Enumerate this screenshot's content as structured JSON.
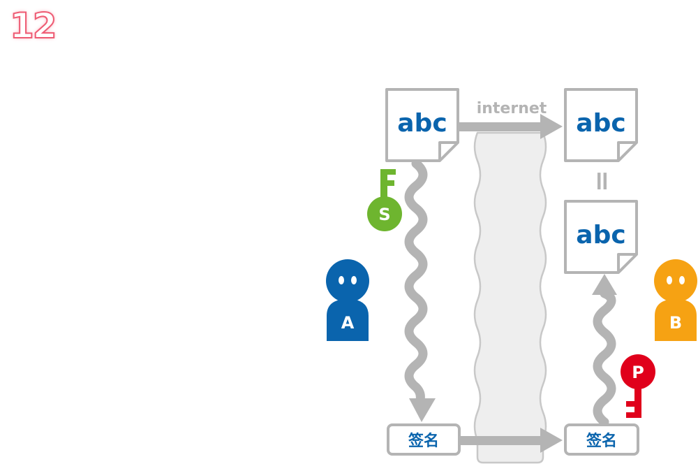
{
  "slide_number": "12",
  "diagram": {
    "channel_label": "internet",
    "documents": {
      "sender": "abc",
      "received": "abc",
      "verified": "abc"
    },
    "equals_sign": "=",
    "signature_label": "签名",
    "received_signature_label": "签名",
    "secret_key_letter": "S",
    "public_key_letter": "P",
    "person_a": "A",
    "person_b": "B",
    "colors": {
      "document_text": "#0a64ad",
      "arrow_gray": "#b4b4b4",
      "secret_key": "#6eb52f",
      "public_key": "#e0001b",
      "person_a": "#0a64ad",
      "person_b": "#f6a213",
      "slide_number": "#ee5b73"
    }
  }
}
